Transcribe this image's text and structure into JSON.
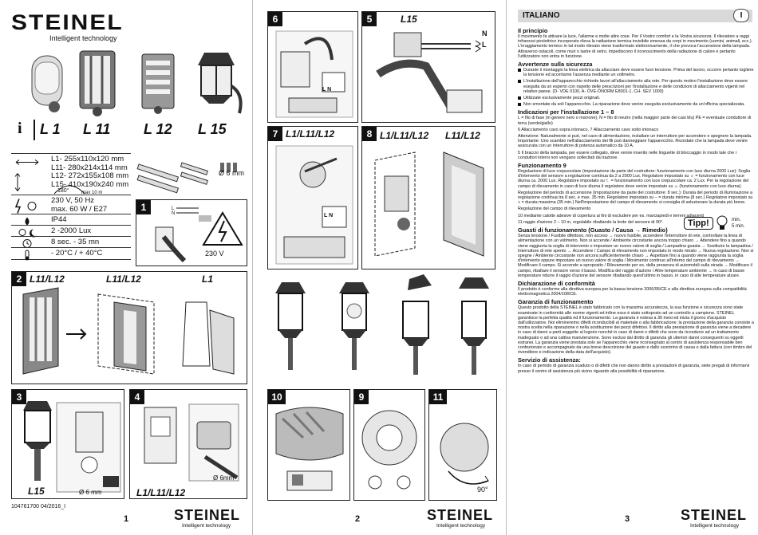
{
  "page1": {
    "brand": "STEINEL",
    "brand_tagline": "Intelligent technology",
    "info_icon": "i",
    "models": [
      "L 1",
      "L 11",
      "L 12",
      "L 15"
    ],
    "dimensions": [
      "L1-  255x110x120 mm",
      "L11- 280x214x114 mm",
      "L12- 272x155x108 mm",
      "L15- 410x190x240 mm"
    ],
    "range_angle": "180°",
    "range_distance": "max 10 m",
    "screw_size": "Ø 6 mm",
    "power": "230 V, 50 Hz",
    "lamp": "max. 60 W / E27",
    "ip": "IP44",
    "lux": "2 -2000 Lux",
    "time": "8 sec. - 35 mn",
    "temp": "- 20°C / + 40°C",
    "fig1_num": "1",
    "fig1_L": "L",
    "fig1_N": "N",
    "fig1_voltage": "230 V",
    "fig2_num": "2",
    "fig2_labels": [
      "L11/L12",
      "L11/L12",
      "L1"
    ],
    "fig3_num": "3",
    "fig3_label": "L15",
    "fig3_drill": "Ø 6 mm",
    "fig4_num": "4",
    "fig4_label": "L1/L11/L12",
    "fig4_drill": "Ø 6mm",
    "doc_number": "104761700  04/2016_I",
    "page_number": "1"
  },
  "page2": {
    "fig6_num": "6",
    "fig5_num": "5",
    "fig5_label": "L15",
    "fig5_N": "N",
    "fig5_L": "L",
    "fig7_num": "7",
    "fig7_label": "L1/L11/L12",
    "fig8_num": "8",
    "fig8_labels": [
      "L1/L11/L12",
      "L11/L12"
    ],
    "fig10_num": "10",
    "fig9_num": "9",
    "fig11_num": "11",
    "fig11_angle": "90°",
    "LN": "L N",
    "brand": "STEINEL",
    "brand_tagline": "Intelligent technology",
    "page_number": "2"
  },
  "page3": {
    "language": "ITALIANO",
    "lang_code": "I",
    "sections": [
      {
        "h": "Il principio",
        "p": [
          "Il movimento fa attivare la luce, l'allarme e molte altre cose. Per il Vostro comfort e la Vostra sicurezza. Il rilevatore a raggi infrarossi pirolettrico incorporato rileva la radiazione termica invisibile emessa da corpi in movimento (uomini, animali, ecc.). L'irraggiamento termico in tal modo rilevato viene trasformato elettronicamente, il che provoca l'accensione della lampada. Attraverso ostacoli, come muri o lastre di vetro, impediscono il riconoscimento della radiazione di calore e pertanto l'utilizzatore non entra in funzione."
        ]
      },
      {
        "h": "Avvertenze sulla sicurezza",
        "b": [
          "Durante il montaggio la linea elettrica da allacciare deve essere fuori tensione. Prima del lavoro, occorre pertanto togliere la tensione ed accertarne l'assenza mediante un voltmetro.",
          "L'installazione dell'apparecchio richiede lavori all'allacciamento alla rete. Per questo motivo l'installazione deve essere eseguita da un esperto con rispetto delle prescrizioni per l'installazione e delle condizioni di allacciamento vigenti nel relativo paese. (D- VDE 0100, A- ÖVE-ÖNORM E8001-1, CH- SEV 1000)",
          "Utilizzate esclusivamente pezzi originali.",
          "Non smontate da soli l'apparecchio. La riparazione deve venire eseguita esclusivamente da un'officina specializzata."
        ]
      },
      {
        "h": "Indicazioni per l'installazione 1 – 8",
        "p": [
          "L = filo di fase (in genere nero o marrone), N = filo di neutro (nella maggior parte dei casi blu) PE = eventuale conduttore di terra (verde/giallo)",
          "6 Allacciamento cavo sopra intonaco, 7 Allacciamento cavo sotto intonaco",
          "Attenzione: Naturalmente si può, nel cavo di alimentazione, installare un interruttore per accendere e spegnere la lampada. Importante: Uno scambio nell'allacciamento dei fili può danneggiare l'apparecchio. Ricordate che la lampada deve venire assicurata con un interruttore di potenza automatico da 10 A.",
          "5 Il braccio della lampada, per essere collegato, deve venire inserito nelle linguette di bloccaggio in modo tale che i conduttori interni non vengano sollecitati da trazione."
        ]
      },
      {
        "h": "Funzionamento 9",
        "p": [
          "Regolazione di luce crepuscolare (impostazione da parte del costruttore: funzionamento con luce diurna 2000 Lux): Soglia d'intervento del sensore a regolazione continua da 2 a 2000 Lux. Regolatore impostato su ☼ = funzionamento con luce diurna ca. 2000 Lux. Regolatore impostato su ☾ = funzionamento con luce crepuscolare ca. 2 Lux. Per la regolazione del campo di rilevamento in caso di luce diurna il regolatore deve venire impostato su ☼ (funzionamento con luce diurna).",
          "Regolazione del periodo di accensione (impostazione da parte del costruttore: 8 sec.): Durata del periodo di illuminazione a regolazione continua tra 8 sec. e max. 35 min. Regolatore impostato su – = durata minima (8 sec.) Regolatore impostato su + = durata massima (35 min.) Nell'impostazione del campo di rilevamento si consiglia di selezionare la durata più breve.",
          "Regolazione del campo di rilevamento",
          "10 mediante calotte adesive di copertura ai fini di escludere per es. marciapiedi e terreni adiacenti",
          "11 raggio d'azione 2 – 10 m, regolabile ribaltando la lente del sensore di 90°."
        ]
      },
      {
        "h": "Guasti di funzionamento (Guasto / Causa → Rimedio)",
        "p": [
          "Senza tensione / Fusibile difettoso, non acceso → nuovo fusibile, accendere l'interruttore di rete, controllare la linea di alimentazione con un voltmetro. Non si accende / Ambiente circostante ancora troppo chiaro → Attendere fino a quando viene raggiunta la soglia di intervento o impostare un nuovo valore di soglia / Lampadina guasta → Sostituire la lampadina / Interruttore di rete spento → Accendere / Campo di rilevamento non impostato in modo mirato → Nuova regolazione. Non si spegne / Ambiente circostante non ancora sufficientemente chiaro → Aspettare fino a quando viene raggiunta la soglia d'intervento oppure impostare un nuovo valore di soglia / Movimento continuo all'interno del campo di rilevamento → Modificare il campo. Si accende a sproposito / Rilevamento per es. della presenza di automobili sulla strada → Modificare il campo, ribaltare il sensore verso il basso. Modifica del raggio d'azione / Altre temperature ambiente → In caso di basse temperature ridurre il raggio d'azione del sensore ribaltando quest'ultimo in basso, in caso di alte temperature alzare."
        ]
      },
      {
        "h": "Dichiarazione di conformità",
        "p": [
          "Il prodotto è conforme alla direttiva europea per la bassa tensione 2006/95/CE e alla direttiva europea sulla compatibilità elettromagnetica 2004/108/CE."
        ]
      },
      {
        "h": "Garanzia di funzionamento",
        "p": [
          "Questo prodotto della STEINEL è stato fabbricato con la massima accuratezza, la sua funzione e sicurezza sono state esaminate in conformità alle norme vigenti ed infine esso è stato sottoposto ad un controllo a campione. STEINEL garantisce la perfetta qualità ed il funzionamento. La garanzia è estesa a 36 mesi ed inizia il giorno d'acquisto dall'utilizzatore. Noi elimineremo difetti riconducibili al materiale o alla fabbricazione; la prestazione della garanzia consiste a nostra scelta nella riparazione o nella sostituzione dei pezzi difettosi. Il diritto alla prestazione di garanzia viene a decadere in caso di danni a parti soggette al logorio nonché in caso di danni o difetti che sono da ricondurre ad un trattamento inadeguato o ad una cattiva manutenzione. Sono esclusi dal diritto di garanzia gli ulteriori danni conseguenti su oggetti estranei. La garanzia viene prestata solo se l'apparecchio viene riconsegnato al centro di assistenza responsabile ben confezionato e accompagnato da una breve descrizione del guasto e dallo scontrino di cassa o dalla fattura (con timbro del rivenditore e indicazione della data dell'acquisto)."
        ]
      },
      {
        "h": "Servizio di assistenza:",
        "p": [
          "In caso di periodo di garanzia scaduto o di difetti che non danno diritto a prestazioni di garanzia, siete pregati di informarvi presso il centro di assistenza più vicino riguardo alla possibilità di riparazione."
        ]
      }
    ],
    "tip_label": "Tipp!",
    "tip_min": "min.",
    "tip_5min": "5 min.",
    "brand": "STEINEL",
    "brand_tagline": "Intelligent technology",
    "page_number": "3"
  }
}
